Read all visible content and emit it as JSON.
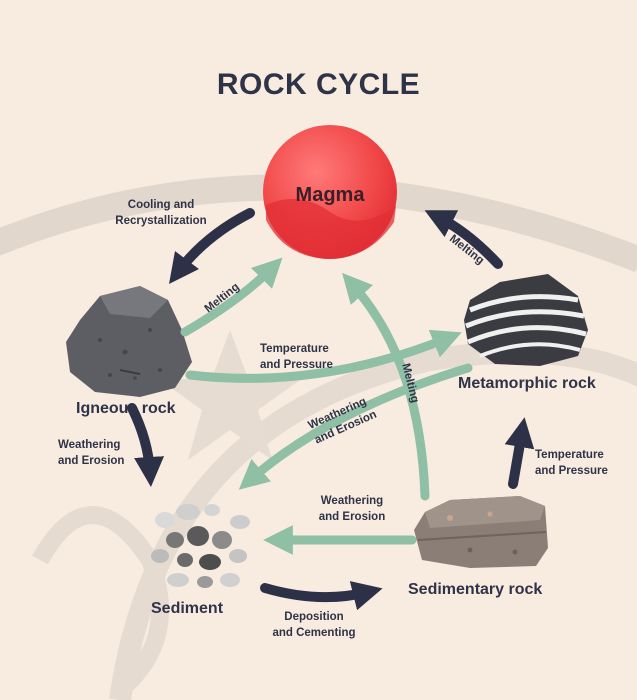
{
  "title": "ROCK CYCLE",
  "nodes": {
    "magma": "Magma",
    "igneous": "Igneous rock",
    "metamorphic": "Metamorphic rock",
    "sedimentary": "Sedimentary rock",
    "sediment": "Sediment"
  },
  "edges": {
    "cooling": [
      "Cooling and",
      "Recrystallization"
    ],
    "melting_metamorphic": "Melting",
    "melting_igneous": "Melting",
    "melting_sedimentary": "Melting",
    "temp_pressure_igneous": [
      "Temperature",
      "and Pressure"
    ],
    "temp_pressure_sedimentary": [
      "Temperature",
      "and Pressure"
    ],
    "weathering_igneous": [
      "Weathering",
      "and Erosion"
    ],
    "weathering_metamorphic": [
      "Weathering",
      "and Erosion"
    ],
    "weathering_sedimentary": [
      "Weathering",
      "and Erosion"
    ],
    "deposition": [
      "Deposition",
      "and Cementing"
    ]
  },
  "colors": {
    "dark_arrow": "#2d3148",
    "green_arrow": "#8fbfa4",
    "magma": "#f03a3a",
    "background": "#f8ece1"
  }
}
